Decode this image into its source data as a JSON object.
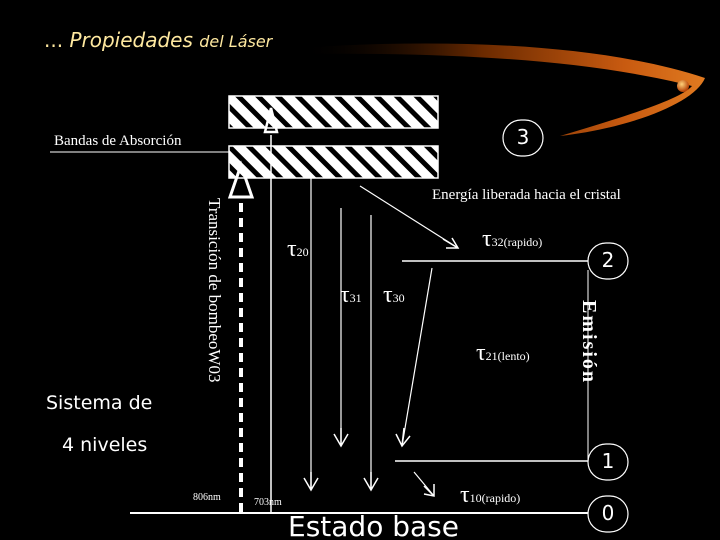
{
  "slide": {
    "title": {
      "ellipsis": "...",
      "main": "Propiedades",
      "rest": "del Láser"
    },
    "side_label": {
      "line1": "Sistema de",
      "line2": "4 niveles"
    },
    "absorption_label": "Bandas de Absorción",
    "energy_label": "Energía liberada hacia el cristal",
    "pump_transition": "Transición de bombeoW03",
    "emission": "Emisión",
    "ground_state": "Estado base",
    "levels": [
      "3",
      "2",
      "1",
      "0"
    ],
    "taus": {
      "t32": {
        "sym": "τ",
        "sub": "32(rapido)"
      },
      "t20": {
        "sym": "τ",
        "sub": "20"
      },
      "t31": {
        "sym": "τ",
        "sub": "31"
      },
      "t30": {
        "sym": "τ",
        "sub": "30"
      },
      "t21": {
        "sym": "τ",
        "sub": "21(lento)"
      },
      "t10": {
        "sym": "τ",
        "sub": "10(rapido)"
      }
    },
    "wavelengths": {
      "w1": "806nm",
      "w2": "703nm"
    },
    "colors": {
      "background": "#000000",
      "title": "#ffe9a0",
      "accent_bar": "#d2691e",
      "lines": "#ffffff"
    }
  }
}
